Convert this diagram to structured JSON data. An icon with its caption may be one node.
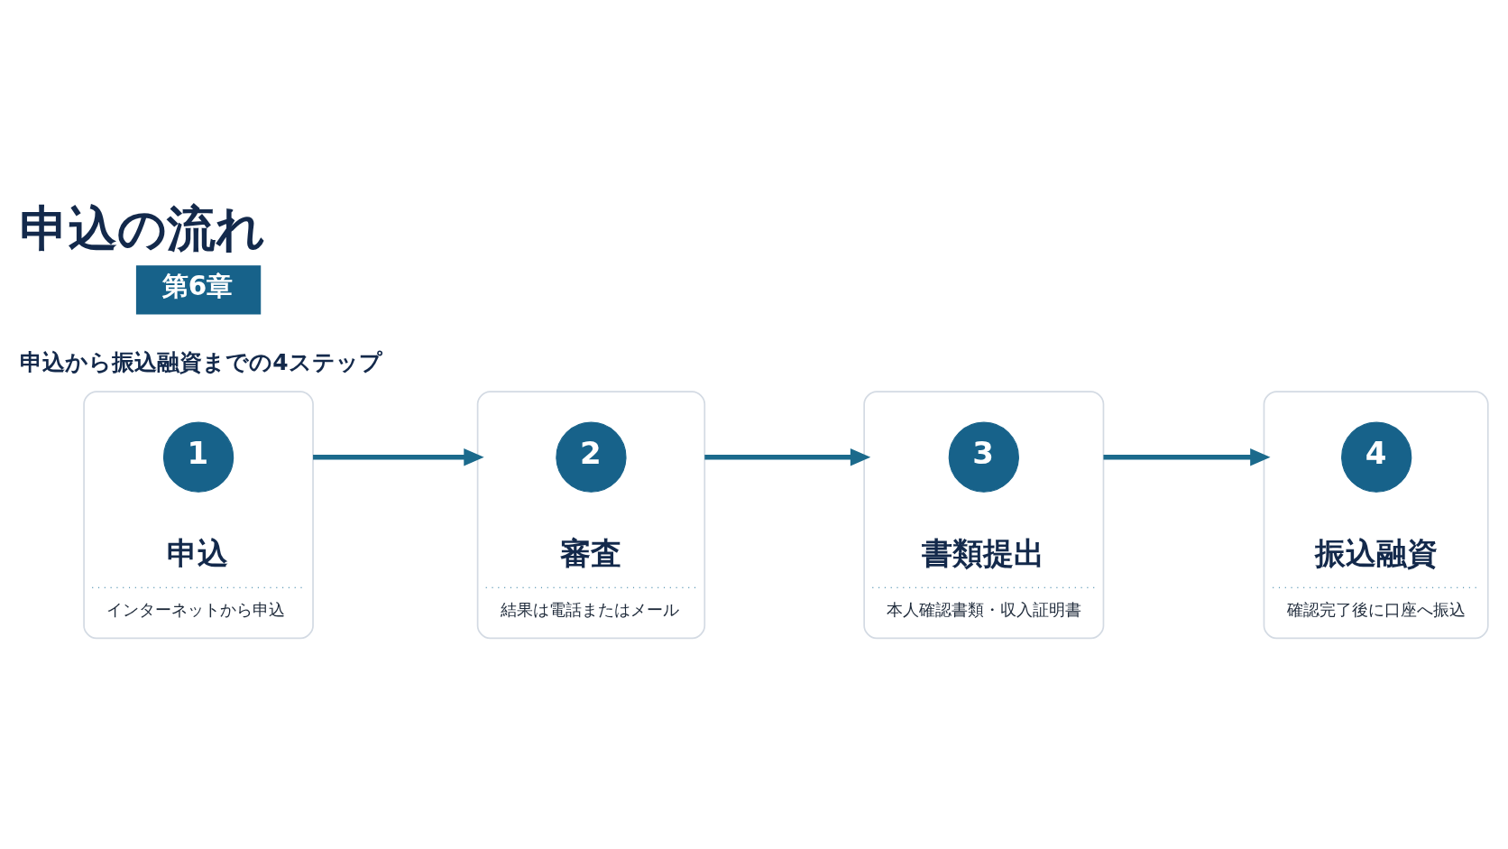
{
  "diagram": {
    "title": "申込の流れ",
    "nodes": [
      {
        "text": [
          "第6章"
        ]
      },
      {
        "text": [
          "申込",
          "インターネットから申込"
        ]
      },
      {
        "text": [
          "1"
        ],
        "in": 1
      },
      {
        "text": [
          "審査",
          "結果は電話またはメール"
        ]
      },
      {
        "text": [
          "2"
        ],
        "in": 3
      },
      {
        "text": [
          "書類提出",
          "本人確認書類・収入証明書"
        ]
      },
      {
        "text": [
          "3"
        ],
        "in": 5
      },
      {
        "text": [
          "振込融資",
          "確認完了後に口座へ振込"
        ]
      },
      {
        "text": [
          "4"
        ],
        "in": 7
      }
    ],
    "edges": [
      {
        "from": 1,
        "to": 3,
        "arrow": "to"
      },
      {
        "from": 3,
        "to": 5,
        "arrow": "to"
      },
      {
        "from": 5,
        "to": 7,
        "arrow": "to"
      }
    ],
    "labels": [
      "申込から振込融資までの4ステップ"
    ]
  }
}
